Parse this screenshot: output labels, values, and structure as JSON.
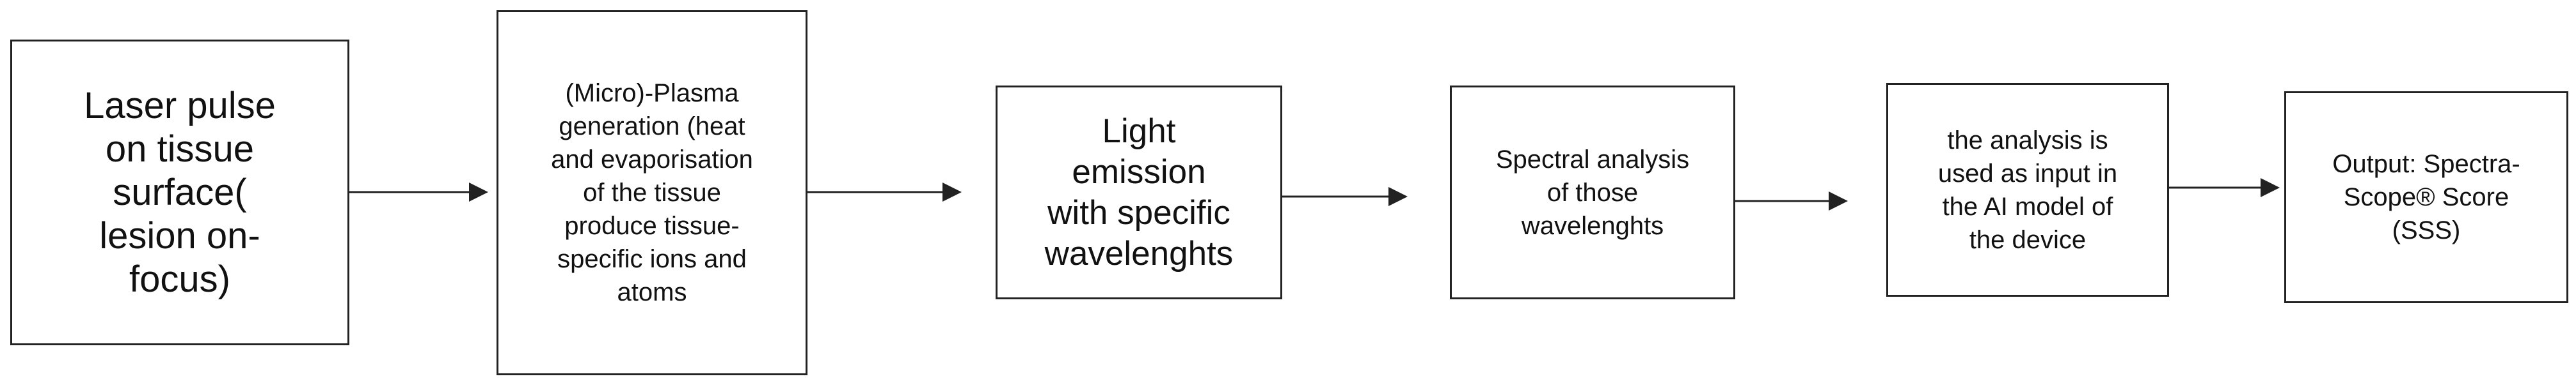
{
  "diagram": {
    "steps": [
      {
        "label": "Laser pulse\non tissue\nsurface(\nlesion on-\nfocus)"
      },
      {
        "label": "(Micro)-Plasma\ngeneration (heat\nand evaporisation\nof the tissue\nproduce tissue-\nspecific ions and\natoms"
      },
      {
        "label": "Light\nemission\nwith specific\nwavelenghts"
      },
      {
        "label": "Spectral analysis\nof those\nwavelenghts"
      },
      {
        "label": "the analysis is\nused as input in\nthe AI model of\nthe device"
      },
      {
        "label": "Output: Spectra-\nScope® Score\n(SSS)"
      }
    ],
    "colors": {
      "stroke": "#222222",
      "background": "#ffffff",
      "text": "#111111"
    }
  }
}
